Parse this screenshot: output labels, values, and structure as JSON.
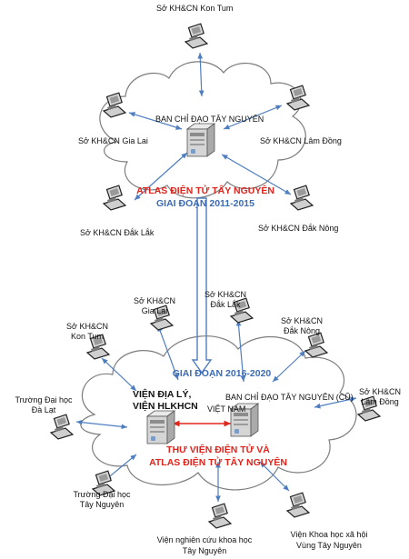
{
  "top": {
    "kon_tum": "Sở KH&CN Kon Tum",
    "gia_lai": "Sở KH&CN Gia Lai",
    "lam_dong": "Sở KH&CN Lâm Đồng",
    "dak_lak": "Sở KH&CN Đắk Lắk",
    "dak_nong": "Sở KH&CN Đắk Nông",
    "center": "BAN CHỈ ĐẠO TÂY NGUYÊN",
    "atlas_line1": "ATLAS ĐIỆN TỬ TÂY NGUYÊN",
    "atlas_line2": "GIAI ĐOẠN 2011-2015"
  },
  "bottom": {
    "gia_lai_1": "Sở KH&CN",
    "gia_lai_2": "Gia Lai",
    "dak_lak_1": "Sở KH&CN",
    "dak_lak_2": "Đắk Lắk",
    "dak_nong_1": "Sở KH&CN",
    "dak_nong_2": "Đắk Nông",
    "kon_tum_1": "Sở KH&CN",
    "kon_tum_2": "Kon Tum",
    "lam_dong_1": "Sở KH&CN",
    "lam_dong_2": "Lâm Đồng",
    "phase": "GIAI ĐOẠN 2016-2020",
    "vien_dia_ly_1": "VIỆN ĐỊA LÝ,",
    "vien_dia_ly_2": "VIỆN HLKHCN",
    "viet_nam": "VIỆT NAM",
    "bcd_old": "BAN CHỈ ĐẠO TÂY NGUYÊN (CŨ)",
    "thu_vien_1": "THƯ VIỆN ĐIỆN TỬ VÀ",
    "thu_vien_2": "ATLAS ĐIỆN TỬ TÂY NGUYÊN",
    "dh_dalat_1": "Trường Đại học",
    "dh_dalat_2": "Đà Lạt",
    "dh_taynguyen_1": "Trường Đại học",
    "dh_taynguyen_2": "Tây Nguyên",
    "vien_ncks_1": "Viện nghiên cứu khoa học",
    "vien_ncks_2": "Tây Nguyên",
    "vien_khxh_1": "Viện Khoa học xã hội",
    "vien_khxh_2": "Vùng Tây Nguyên"
  },
  "colors": {
    "arrow_blue": "#4f7ec0",
    "arrow_red": "#e0241c",
    "cloud_stroke": "#7d7d7d",
    "title_red": "#e0241c",
    "title_blue": "#3a6bb4"
  },
  "icons": {
    "workstation": "computer-workstation-icon",
    "server": "server-icon"
  }
}
